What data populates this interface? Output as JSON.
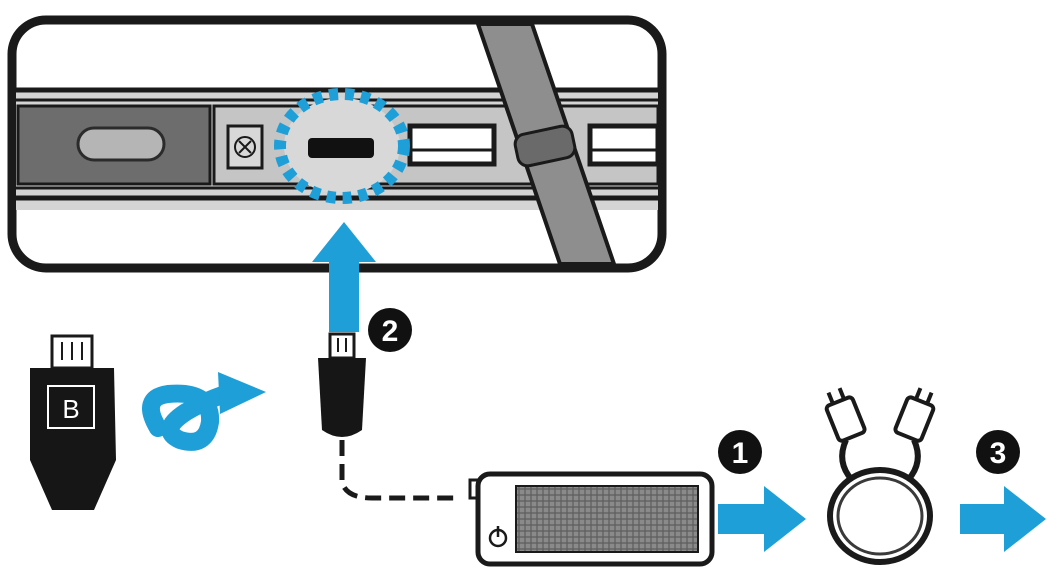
{
  "colors": {
    "accent": "#1e9fd8",
    "ink": "#1a1a1a",
    "device_fill": "#c9c9c9",
    "port_highlight": "#1e9fd8",
    "badge": "#111111"
  },
  "connector_b": {
    "letter": "B"
  },
  "steps": [
    {
      "number": "1"
    },
    {
      "number": "2"
    },
    {
      "number": "3"
    }
  ],
  "icons": {
    "reset": "reset-x-icon",
    "power": "power-icon",
    "rotate": "rotate-arrow-icon",
    "up": "arrow-up-icon",
    "right": "arrow-right-icon"
  }
}
